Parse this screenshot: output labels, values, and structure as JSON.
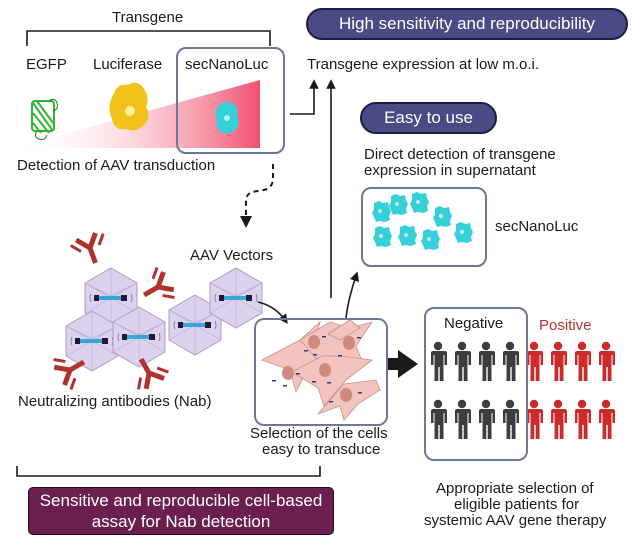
{
  "transgene": {
    "header": "Transgene",
    "items": [
      {
        "label": "EGFP",
        "icon": "egfp-protein-icon",
        "color": "#2fb52f"
      },
      {
        "label": "Luciferase",
        "icon": "luciferase-protein-icon",
        "color": "#f2c21a"
      },
      {
        "label": "secNanoLuc",
        "icon": "secnanoluc-protein-icon",
        "color": "#35d0d8"
      }
    ],
    "gradient_color": "#f0506e",
    "caption": "Detection of AAV transduction"
  },
  "benefits": {
    "high_sensitivity": {
      "pill": "High sensitivity and reproducibility",
      "text": "Transgene expression at low m.o.i."
    },
    "easy_to_use": {
      "pill": "Easy to use",
      "text_line1": "Direct detection of transgene",
      "text_line2": "expression in supernatant",
      "box_label": "secNanoLuc"
    },
    "pill_color": "#4a4a85"
  },
  "assay": {
    "aav_label": "AAV Vectors",
    "nab_label": "Neutralizing antibodies (Nab)",
    "cells_line1": "Selection of the cells",
    "cells_line2": "easy to transduce",
    "antibody_color": "#b0312e",
    "capsid_color": "#d9cdeb",
    "cell_color": "#f2c4bd"
  },
  "patients": {
    "negative_label": "Negative",
    "positive_label": "Positive",
    "negative_count": 8,
    "positive_count": 8,
    "negative_color": "#3d3d3d",
    "positive_color": "#cc2b2b",
    "caption_line1": "Appropriate selection of",
    "caption_line2": "eligible patients for",
    "caption_line3": "systemic AAV gene therapy"
  },
  "summary": {
    "line1": "Sensitive and reproducible cell-based",
    "line2": "assay for Nab detection",
    "color": "#6b1f4e"
  }
}
